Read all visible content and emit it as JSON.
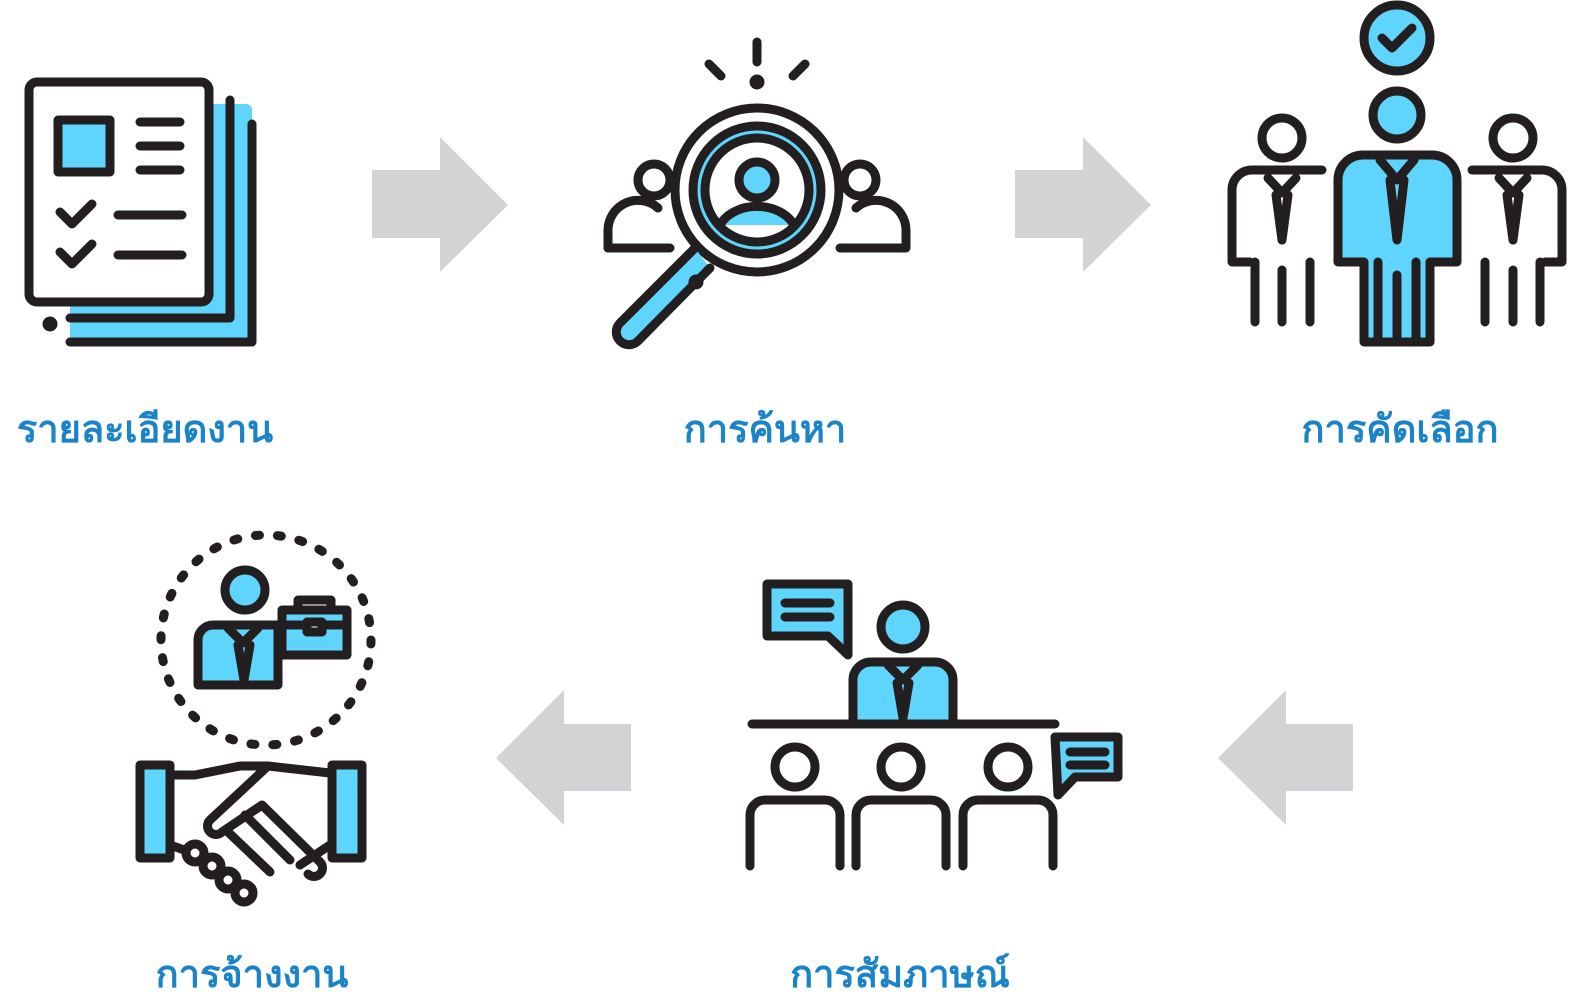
{
  "steps": [
    {
      "label": "รายละเอียดงาน",
      "icon": "job-description-document-icon"
    },
    {
      "label": "การค้นหา",
      "icon": "search-candidates-magnifier-icon"
    },
    {
      "label": "การคัดเลือก",
      "icon": "selection-people-icon"
    },
    {
      "label": "การสัมภาษณ์",
      "icon": "interview-panel-icon"
    },
    {
      "label": "การจ้างงาน",
      "icon": "handshake-hire-icon"
    }
  ],
  "colors": {
    "accent": "#5fd4fc",
    "stroke": "#231f20",
    "arrow": "#d1d3d4",
    "label": "#1b84c9"
  }
}
